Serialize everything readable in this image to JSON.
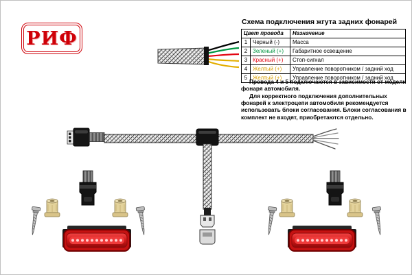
{
  "logo": {
    "text": "РИФ"
  },
  "title": "Схема подключения жгута задних фонарей",
  "table": {
    "header": {
      "wire_color": "Цвет провода",
      "purpose": "Назначение"
    },
    "rows": [
      {
        "num": "1",
        "label": "Черный (-)",
        "hex": "#000000",
        "purpose": "Масса"
      },
      {
        "num": "2",
        "label": "Зеленый (+)",
        "hex": "#009640",
        "purpose": "Габаритное освещение"
      },
      {
        "num": "3",
        "label": "Красный (+)",
        "hex": "#e30613",
        "purpose": "Стоп-сигнал"
      },
      {
        "num": "4",
        "label": "Желтый (+)",
        "hex": "#d89e00",
        "purpose": "Управление поворотником / задний ход"
      },
      {
        "num": "5",
        "label": "Желтый (+)",
        "hex": "#d89e00",
        "purpose": "Управление поворотником / задний ход"
      }
    ]
  },
  "notes": {
    "p1": "Провода 4 и 5 подключаются в зависимости от модели фонаря автомобиля.",
    "p2": "Для корректного подключения дополнительных фонарей к электроцепи автомобиля рекомендуется использовать блоки согласования. Блоки согласования в комплект не входят, приобретаются отдельно."
  },
  "illustration": {
    "wire_colors": [
      "черный",
      "зеленый",
      "красный",
      "желтый",
      "желтый"
    ],
    "brand_red": "#cf0008",
    "lamp_color": "#c51212"
  }
}
